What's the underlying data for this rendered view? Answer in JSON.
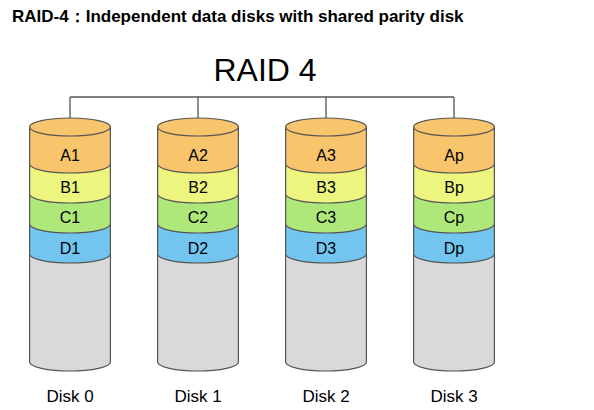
{
  "diagram": {
    "title": "RAID-4：Independent data disks with shared parity disk",
    "nodes": [
      {
        "text": [
          "Disk 0"
        ]
      },
      {
        "text": [
          "A1"
        ],
        "in": 0
      },
      {
        "text": [
          "B1"
        ],
        "in": 0
      },
      {
        "text": [
          "C1"
        ],
        "in": 0
      },
      {
        "text": [
          "D1"
        ],
        "in": 0
      },
      {
        "text": [
          "Disk 1"
        ]
      },
      {
        "text": [
          "A2"
        ],
        "in": 5
      },
      {
        "text": [
          "B2"
        ],
        "in": 5
      },
      {
        "text": [
          "C2"
        ],
        "in": 5
      },
      {
        "text": [
          "D2"
        ],
        "in": 5
      },
      {
        "text": [
          "Disk 2"
        ]
      },
      {
        "text": [
          "A3"
        ],
        "in": 10
      },
      {
        "text": [
          "B3"
        ],
        "in": 10
      },
      {
        "text": [
          "C3"
        ],
        "in": 10
      },
      {
        "text": [
          "D3"
        ],
        "in": 10
      },
      {
        "text": [
          "Disk 3"
        ]
      },
      {
        "text": [
          "Ap"
        ],
        "in": 15
      },
      {
        "text": [
          "Bp"
        ],
        "in": 15
      },
      {
        "text": [
          "Cp"
        ],
        "in": 15
      },
      {
        "text": [
          "Dp"
        ],
        "in": 15
      }
    ],
    "labels": [
      "RAID 4"
    ]
  }
}
